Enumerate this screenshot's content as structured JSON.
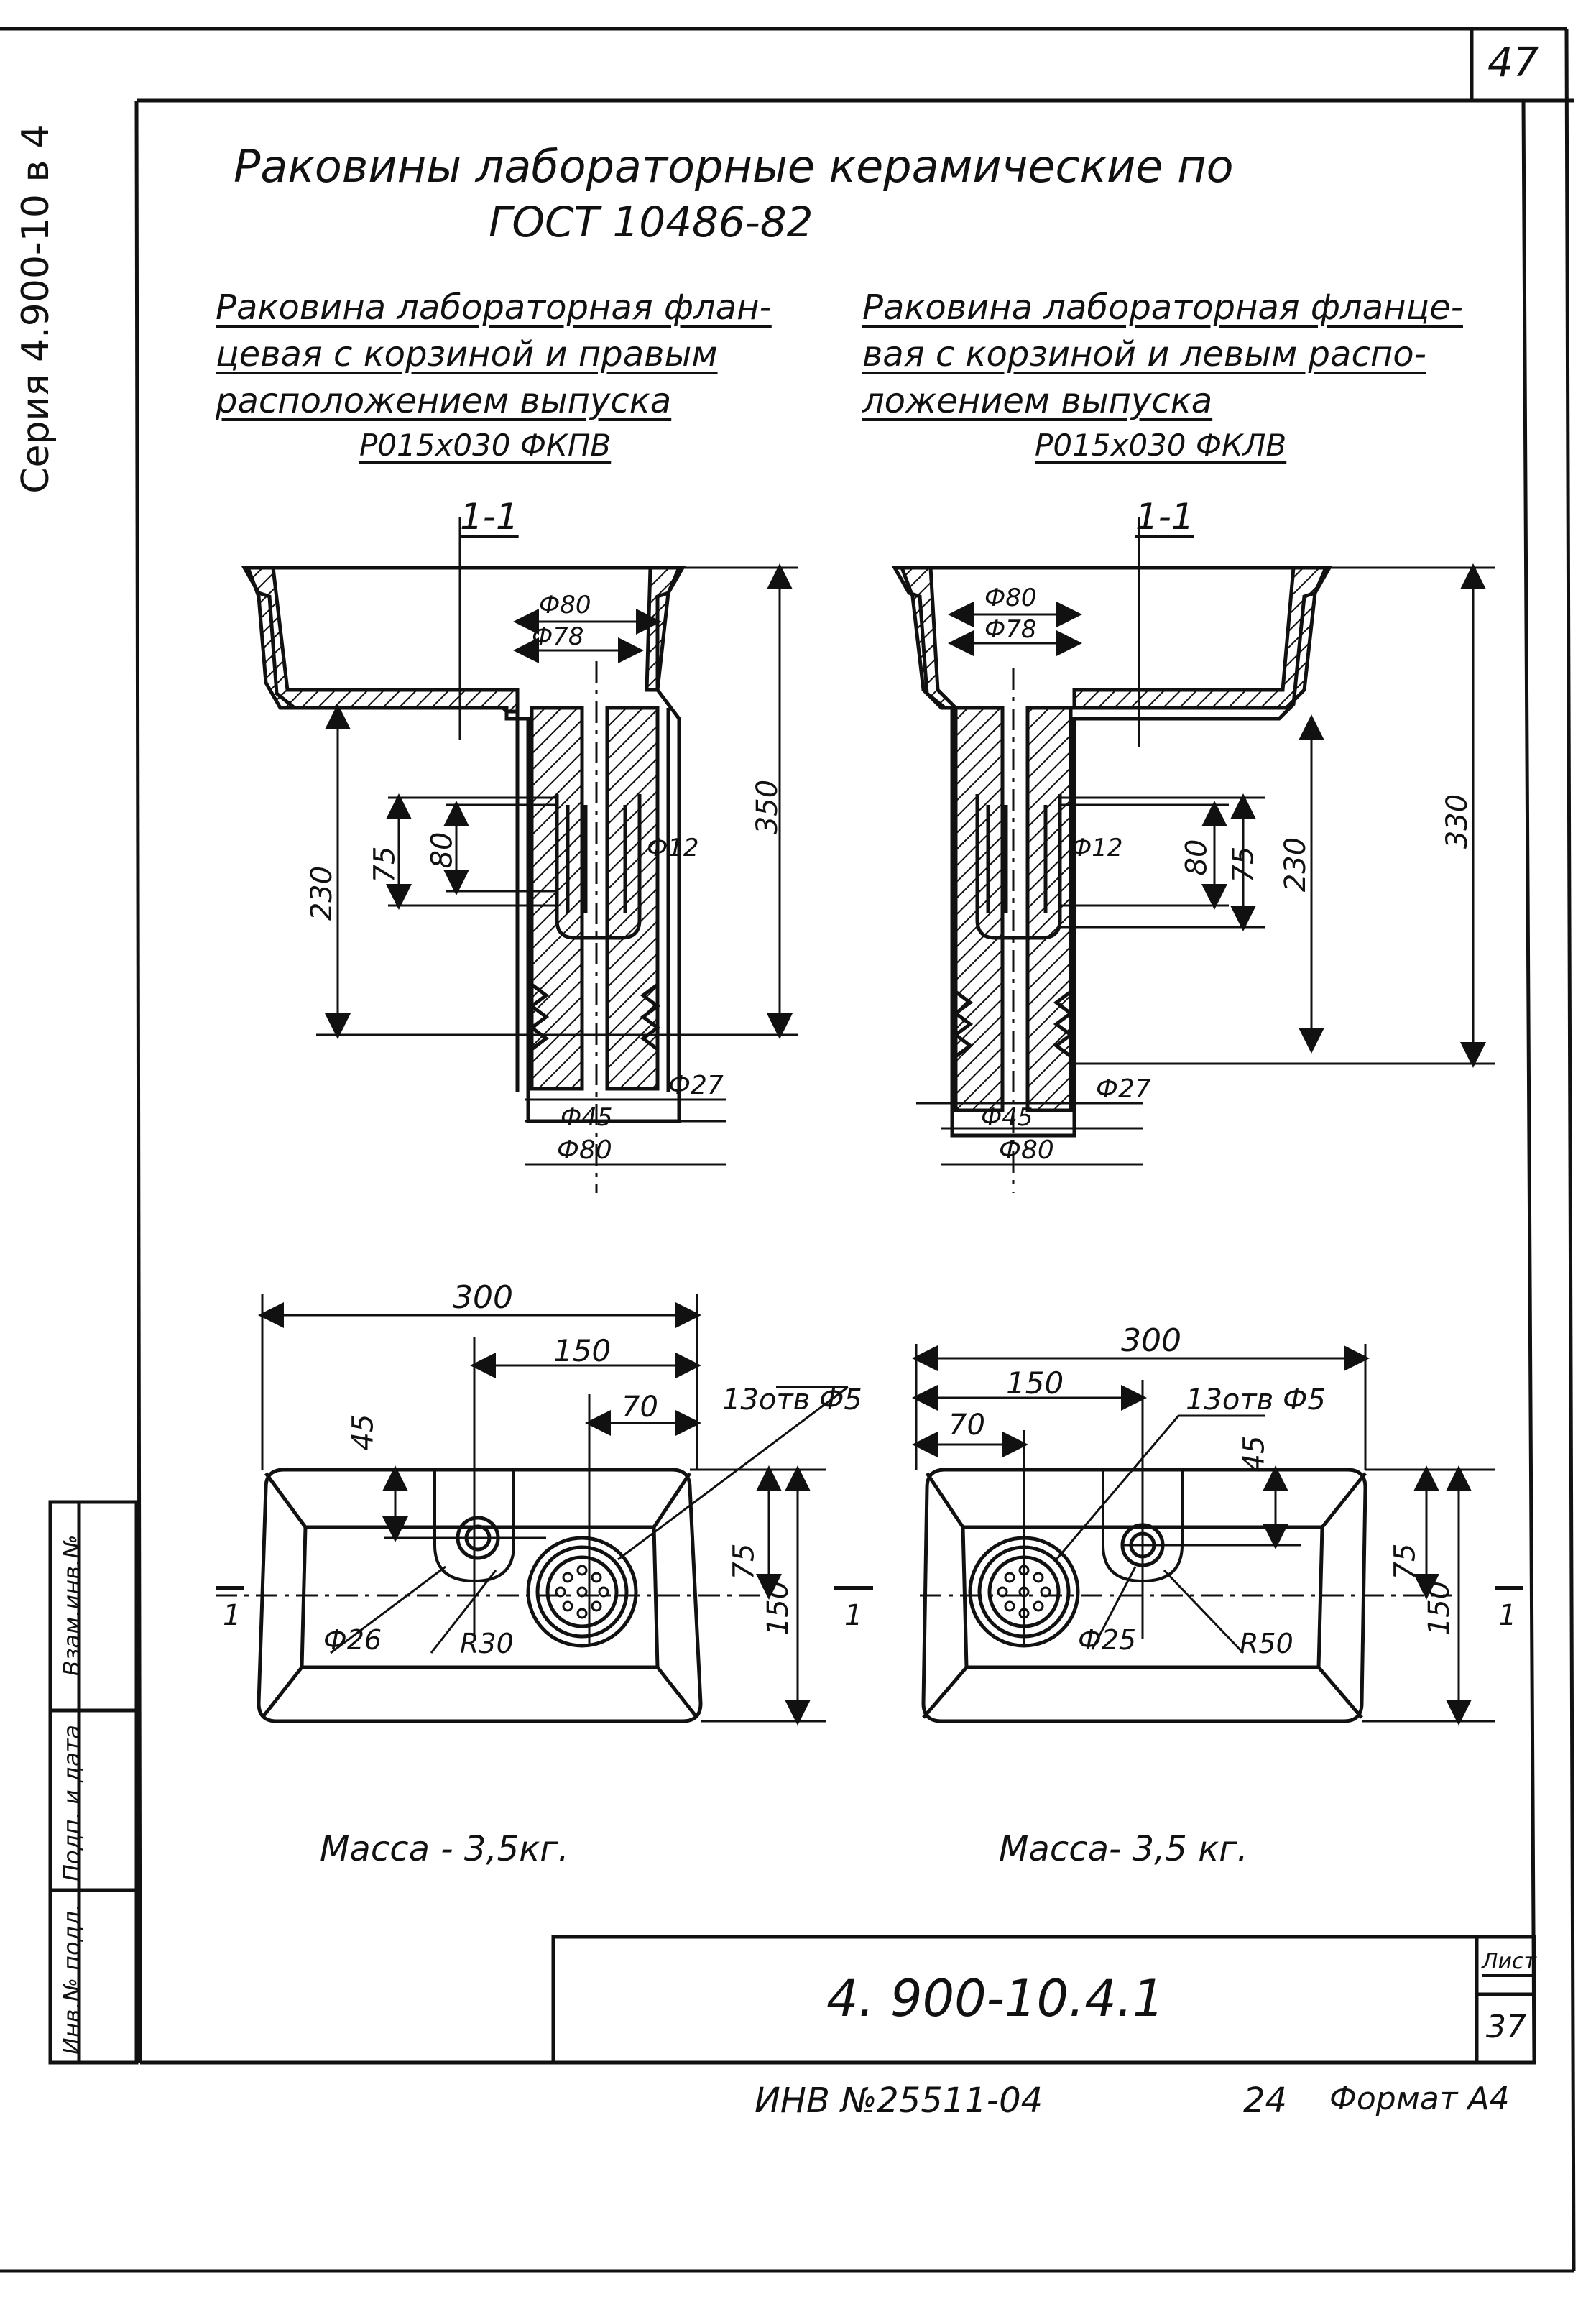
{
  "sheet_number": "47",
  "series_label": "Серия 4.900-10 в 4",
  "title_line1": "Раковины лабораторные керамические по",
  "title_line2": "ГОСТ 10486-82",
  "left": {
    "caption": [
      "Раковина лабораторная флан-",
      "цевая с корзиной и правым",
      "расположением выпуска",
      "Р015х030 ФКПВ"
    ],
    "section_mark": "1-1",
    "d_outer_top": "Ф80",
    "d_inner_top": "Ф78",
    "d_12": "Ф12",
    "h_350": "350",
    "h_230": "230",
    "h_75": "75",
    "h_80": "80",
    "d_27": "Ф27",
    "d_45": "Ф45",
    "d_80_bottom": "Ф80",
    "w_300": "300",
    "w_150": "150",
    "w_70": "70",
    "holes": "13отв Ф5",
    "v_45": "45",
    "v_75": "75",
    "v_150": "150",
    "d_26": "Ф26",
    "r_30": "R30",
    "cut_left": "1",
    "cut_right": "1",
    "mass": "Масса - 3,5кг."
  },
  "right": {
    "caption": [
      "Раковина лабораторная фланце-",
      "вая с корзиной и левым распо-",
      "ложением выпуска",
      "Р015х030 ФКЛВ"
    ],
    "section_mark": "1-1",
    "d_outer_top": "Ф80",
    "d_inner_top": "Ф78",
    "d_12": "Ф12",
    "h_330": "330",
    "h_230": "230",
    "h_75": "75",
    "h_80": "80",
    "d_27": "Ф27",
    "d_45": "Ф45",
    "d_80_bottom": "Ф80",
    "w_300": "300",
    "w_150": "150",
    "w_70": "70",
    "holes": "13отв Ф5",
    "v_45": "45",
    "v_75": "75",
    "v_150": "150",
    "d_25": "Ф25",
    "r_50": "R50",
    "cut_right": "1",
    "mass": "Масса- 3,5 кг."
  },
  "side_stamp": [
    "Взам.инв.№",
    "Подп. и дата",
    "Инв.№ подл."
  ],
  "designation": "4. 900-10.4.1",
  "sheet_label": "Лист",
  "sheet_value": "37",
  "footer_inv": "ИНВ №25511-04",
  "footer_num": "24",
  "footer_format": "Формат А4"
}
